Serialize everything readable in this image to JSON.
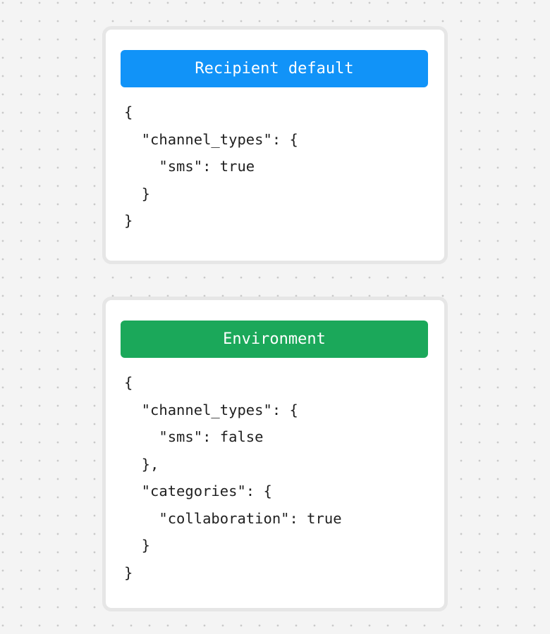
{
  "page": {
    "background_color": "#f4f4f4",
    "dot_color": "#c9c9c9",
    "card_border_color": "#e6e6e6",
    "card_background": "#ffffff",
    "text_color": "#1f1f1f"
  },
  "cards": [
    {
      "id": "recipient-default",
      "title": "Recipient default",
      "accent_color": "#1193f8",
      "title_color": "#ffffff",
      "json_lines": [
        "{",
        "  \"channel_types\": {",
        "    \"sms\": true",
        "  }",
        "}"
      ]
    },
    {
      "id": "environment",
      "title": "Environment",
      "accent_color": "#1ba85a",
      "title_color": "#ffffff",
      "json_lines": [
        "{",
        "  \"channel_types\": {",
        "    \"sms\": false",
        "  },",
        "  \"categories\": {",
        "    \"collaboration\": true",
        "  }",
        "}"
      ]
    }
  ]
}
